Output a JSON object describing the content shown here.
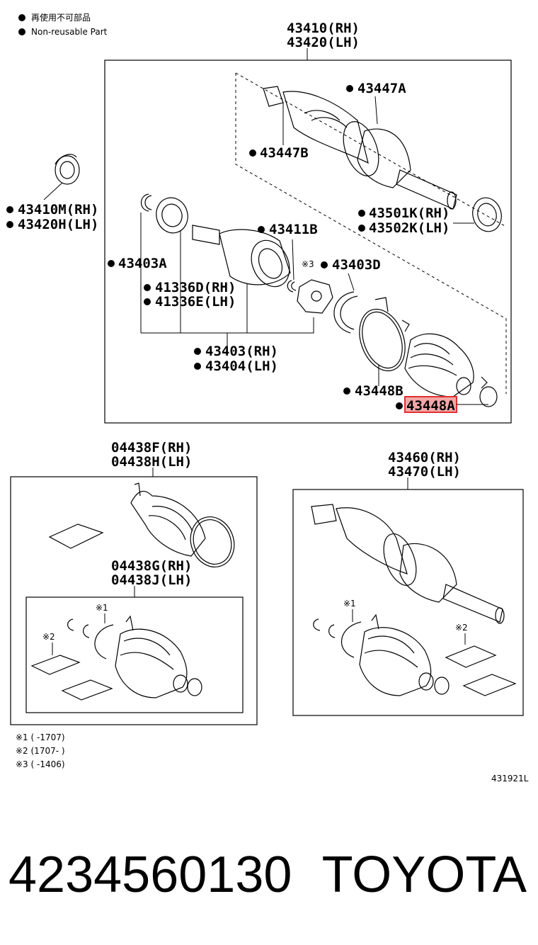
{
  "legend": {
    "jp": "再使用不可部品",
    "en": "Non-reusable Part"
  },
  "labels": {
    "top_group_rh": "43410(RH)",
    "top_group_lh": "43420(LH)",
    "p43447a": "43447A",
    "p43447b": "43447B",
    "p43410m": "43410M(RH)",
    "p43420h": "43420H(LH)",
    "p43501k": "43501K(RH)",
    "p43502k": "43502K(LH)",
    "p43411b": "43411B",
    "p43403a": "43403A",
    "p43403d": "43403D",
    "note3_mark": "※3",
    "p41336d": "41336D(RH)",
    "p41336e": "41336E(LH)",
    "p43403": "43403(RH)",
    "p43404": "43404(LH)",
    "p43448b": "43448B",
    "p43448a": "43448A",
    "kit_f": "04438F(RH)",
    "kit_h": "04438H(LH)",
    "kit_g": "04438G(RH)",
    "kit_j": "04438J(LH)",
    "right_rh": "43460(RH)",
    "right_lh": "43470(LH)",
    "mark1": "※1",
    "mark2": "※2"
  },
  "notes": [
    "※1 (      -1707)",
    "※2 (1707-      )",
    "※3 (      -1406)"
  ],
  "figure_id": "431921L",
  "part_number": "4234560130",
  "brand": "TOYOTA",
  "highlight_color": "#e03030"
}
